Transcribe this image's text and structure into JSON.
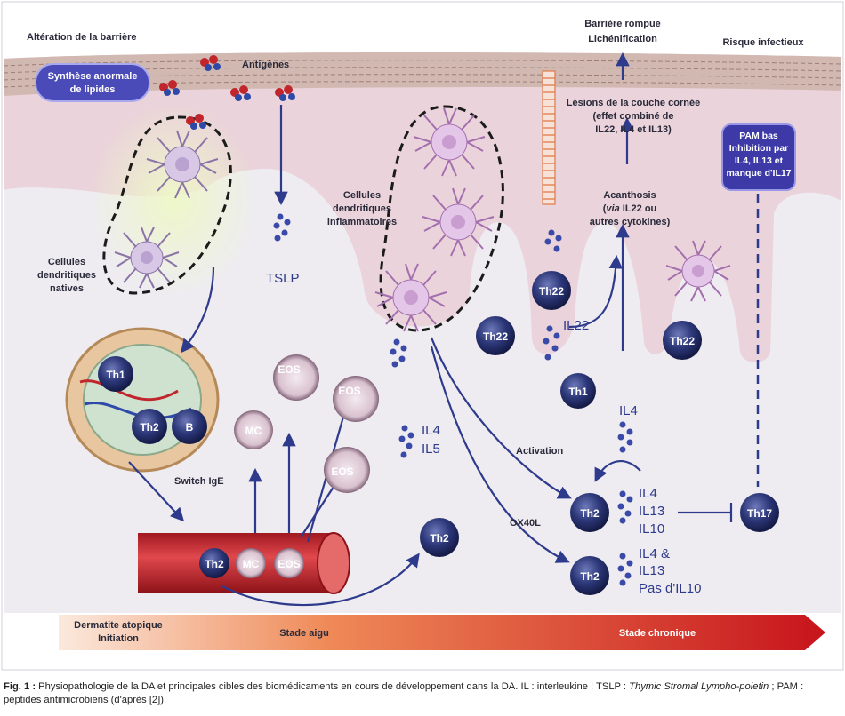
{
  "labels": {
    "barrier_alteration": "Altération de la barrière",
    "abnormal_lipids_1": "Synthèse anormale",
    "abnormal_lipids_2": "de lipides",
    "antigens": "Antigènes",
    "native_dc_1": "Cellules",
    "native_dc_2": "dendritiques",
    "native_dc_3": "natives",
    "tslp": "TSLP",
    "inflam_dc_1": "Cellules",
    "inflam_dc_2": "dendritiques",
    "inflam_dc_3": "inflammatoires",
    "broken_barrier_1": "Barrière rompue",
    "broken_barrier_2": "Lichénification",
    "infection_risk": "Risque infectieux",
    "lesions_1": "Lésions de la couche cornée",
    "lesions_2": "(effet combiné de",
    "lesions_3": "IL22, IL4 et IL13)",
    "acanthosis_1": "Acanthosis",
    "acanthosis_2_via": "via",
    "acanthosis_2_rest": " IL22 ou",
    "acanthosis_3": "autres cytokines)",
    "pam_1": "PAM bas",
    "pam_2": "Inhibition par",
    "pam_3": "IL4, IL13 et",
    "pam_4": "manque d'IL17",
    "switch_ige": "Switch IgE",
    "activation": "Activation",
    "ox40l": "OX40L",
    "il4_il5_a": "IL4",
    "il4_il5_b": "IL5",
    "il22": "IL22",
    "il4_top": "IL4",
    "th2a_cyt_1": "IL4",
    "th2a_cyt_2": "IL13",
    "th2a_cyt_3": "IL10",
    "th2b_cyt_1": "IL4 &",
    "th2b_cyt_2": "IL13",
    "th2b_cyt_3": "Pas d'IL10"
  },
  "cells": {
    "th1": "Th1",
    "th2": "Th2",
    "b": "B",
    "mc": "MC",
    "eos": "EOS",
    "th22": "Th22",
    "th17": "Th17"
  },
  "progress": {
    "start_1": "Dermatite atopique",
    "start_2": "Initiation",
    "middle": "Stade aigu",
    "end": "Stade chronique"
  },
  "caption": {
    "fig": "Fig. 1 :",
    "t1": " Physiopathologie de la DA et principales cibles des biomédicaments en cours de développement dans la DA. IL : interleukine ; TSLP : ",
    "i1": "Thymic Stromal Lympho-poietin",
    "t2": " ; PAM : peptides antimicrobiens (d'après [2])."
  },
  "colors": {
    "skin": "#ead3da",
    "dermis": "#eceaf0",
    "cell_blue": "#26306e",
    "arrow": "#2e3a8c",
    "vessel": "#c0262c",
    "pam_box": "#3d3aa8"
  }
}
